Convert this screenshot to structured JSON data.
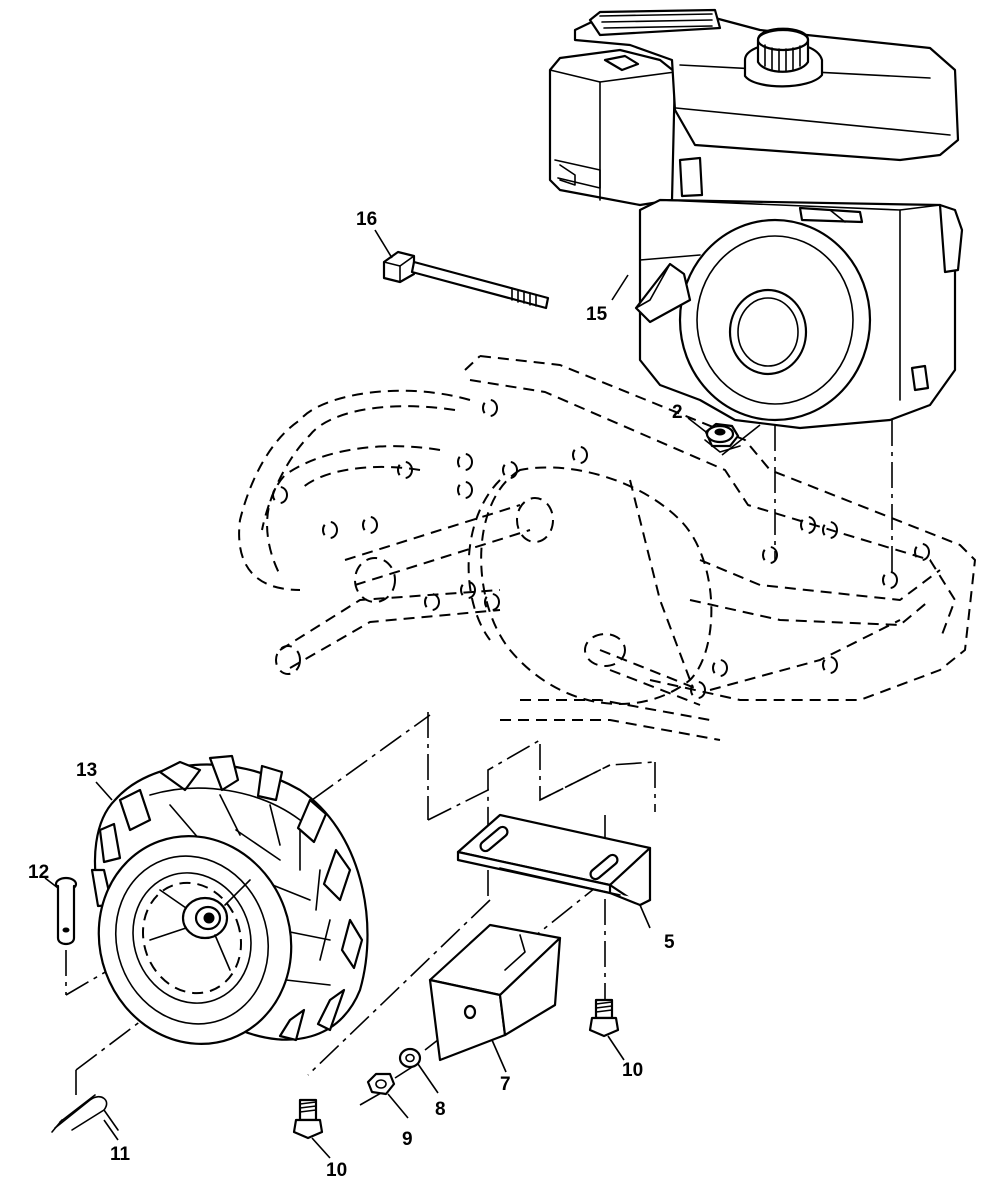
{
  "callouts": {
    "c2": "2",
    "c5": "5",
    "c7": "7",
    "c8": "8",
    "c9": "9",
    "c10a": "10",
    "c10b": "10",
    "c11": "11",
    "c12": "12",
    "c13": "13",
    "c15": "15",
    "c16": "16"
  },
  "colors": {
    "line": "#000000",
    "background": "#ffffff"
  },
  "parts": [
    {
      "id": "engine",
      "callout": "15"
    },
    {
      "id": "flange-nut",
      "callout": "2"
    },
    {
      "id": "cable-tie",
      "callout": "16"
    },
    {
      "id": "wheel-assembly",
      "callout": "13"
    },
    {
      "id": "clevis-pin",
      "callout": "12"
    },
    {
      "id": "hairpin-clip",
      "callout": "11"
    },
    {
      "id": "mounting-bracket",
      "callout": "5"
    },
    {
      "id": "weight-block",
      "callout": "7"
    },
    {
      "id": "lock-washer",
      "callout": "8"
    },
    {
      "id": "hex-nut",
      "callout": "9"
    },
    {
      "id": "bolt",
      "callout": "10"
    }
  ]
}
